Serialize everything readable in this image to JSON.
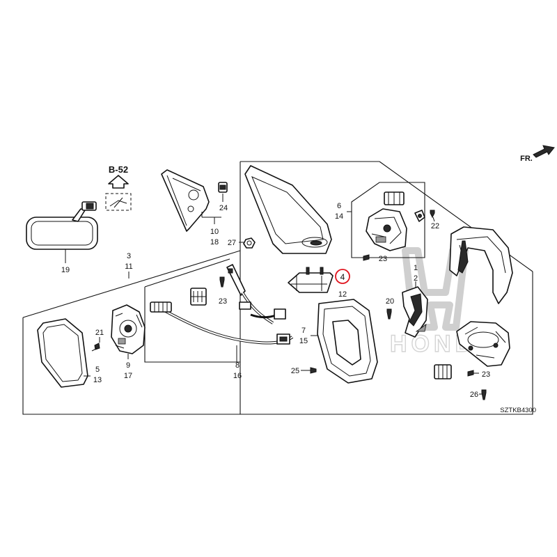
{
  "diagram": {
    "section_ref": "B-52",
    "direction_label": "FR.",
    "diagram_code": "SZTKB4300",
    "watermark": "HONDA",
    "callouts": {
      "c1": "1",
      "c2": "2",
      "c3": "3",
      "c11": "11",
      "c4": "4",
      "c12": "12",
      "c5": "5",
      "c13": "13",
      "c6": "6",
      "c14": "14",
      "c7": "7",
      "c15": "15",
      "c8": "8",
      "c16": "16",
      "c9": "9",
      "c17": "17",
      "c10": "10",
      "c18": "18",
      "c19": "19",
      "c20": "20",
      "c21": "21",
      "c22": "22",
      "c23a": "23",
      "c23b": "23",
      "c23c": "23",
      "c24": "24",
      "c25": "25",
      "c26": "26",
      "c27": "27"
    },
    "highlighted_callout": "4",
    "highlight_color": "#e0141e"
  }
}
